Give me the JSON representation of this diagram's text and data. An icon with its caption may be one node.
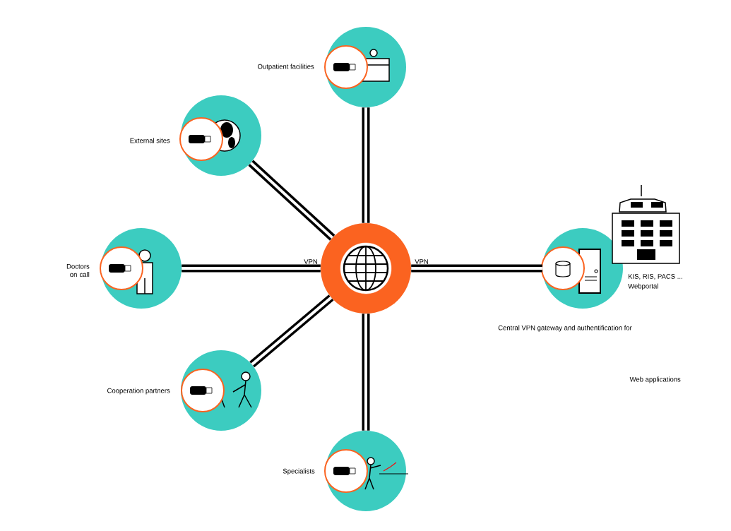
{
  "diagram": {
    "nodes": [
      {
        "text": [
          "Outpatient facilities"
        ]
      },
      {
        "text": [
          "External sites"
        ]
      },
      {
        "text": [
          "Doctors on call"
        ]
      },
      {
        "text": [],
        "shape": "circle"
      },
      {
        "text": [],
        "shape": "circle"
      },
      {
        "text": [
          "Cooperation partners"
        ]
      },
      {
        "text": [
          "Specialists"
        ]
      }
    ],
    "edges": [
      {
        "from": 3,
        "to": 0,
        "arrow": "none"
      },
      {
        "from": 3,
        "to": 1,
        "arrow": "none"
      },
      {
        "from": 3,
        "to": 2,
        "arrow": "none",
        "label": "VPN"
      },
      {
        "from": 3,
        "to": 4,
        "arrow": "none",
        "label": "VPN"
      },
      {
        "from": 3,
        "to": 5,
        "arrow": "none"
      },
      {
        "from": 3,
        "to": 6,
        "arrow": "none"
      }
    ],
    "labels": [
      "KIS, RIS, PACS ...",
      "Webportal",
      "Central VPN gateway and authentification for",
      "Web applications"
    ]
  }
}
